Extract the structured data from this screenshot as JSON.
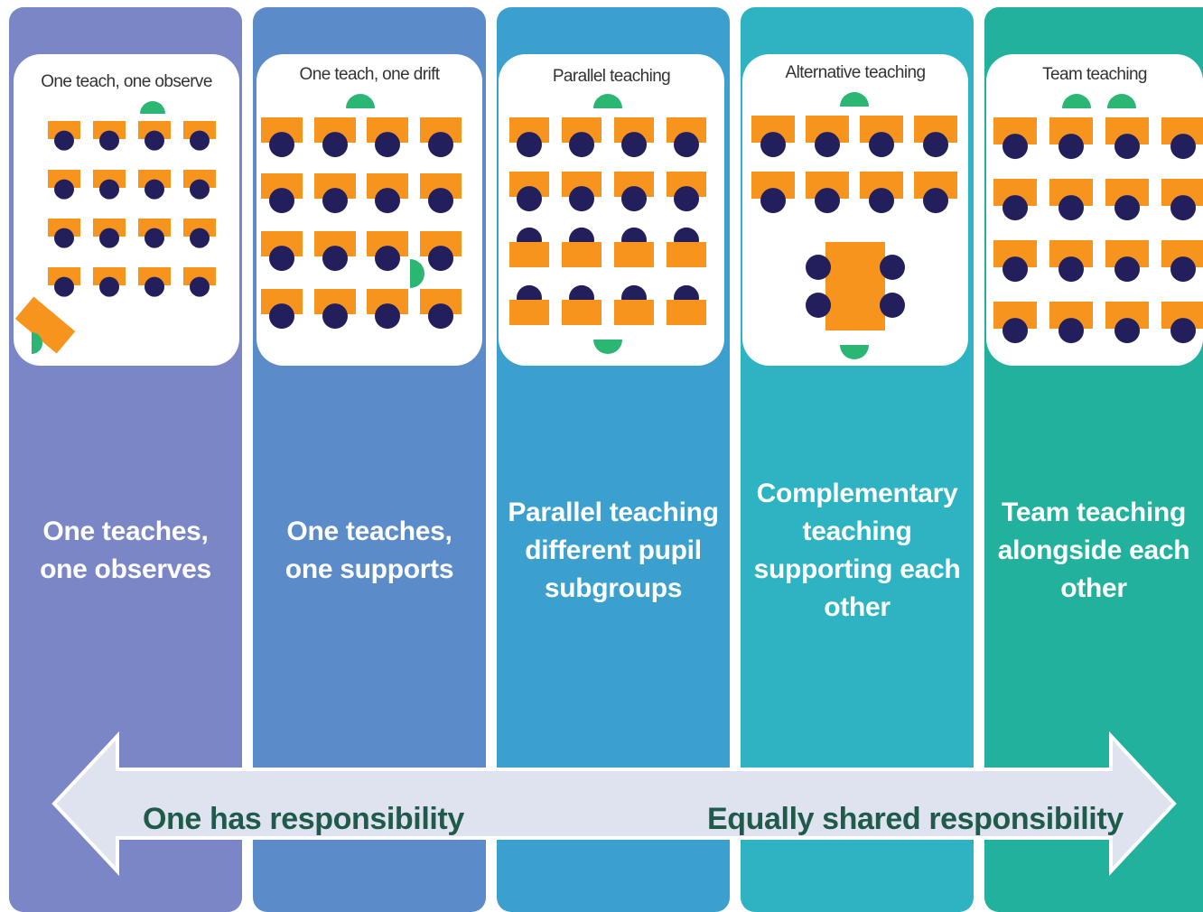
{
  "colors": {
    "desk": "#f7941d",
    "student": "#231f5c",
    "teacher": "#2bb673",
    "column_1": "#7b86c6",
    "column_2": "#5b8cc9",
    "column_3": "#3ca0cf",
    "column_4": "#2eb3c2",
    "column_5": "#22b19c",
    "arrow_fill": "#dfe3f0",
    "arrow_text": "#1f5a4a"
  },
  "columns": [
    {
      "card_title": "One teach, one observe",
      "description": [
        "One teaches,",
        "one observes"
      ]
    },
    {
      "card_title": "One teach, one drift",
      "description": [
        "One teaches,",
        "one supports"
      ]
    },
    {
      "card_title": "Parallel teaching",
      "description": [
        "Parallel teaching",
        "different pupil",
        "subgroups"
      ]
    },
    {
      "card_title": "Alternative teaching",
      "description": [
        "Complementary",
        "teaching",
        "supporting  each",
        "other"
      ]
    },
    {
      "card_title": "Team teaching",
      "description": [
        "Team teaching",
        "alongside  each",
        "other"
      ]
    }
  ],
  "arrow": {
    "left_label": "One has responsibility",
    "right_label": "Equally shared responsibility"
  }
}
